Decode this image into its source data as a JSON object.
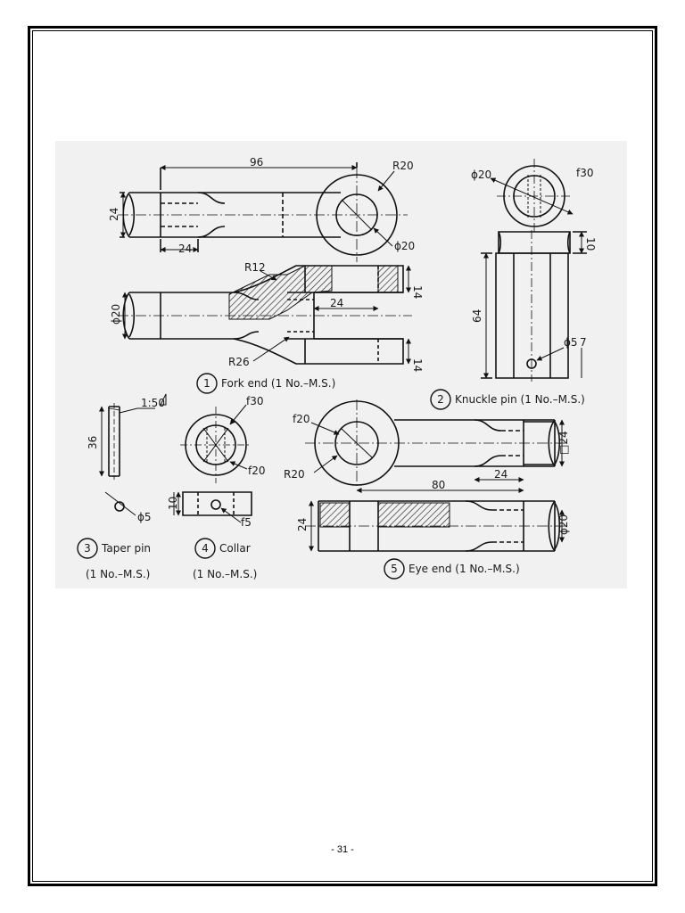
{
  "page": {
    "number": "- 31 -"
  },
  "drawing": {
    "dimensions": {
      "fork_len": "96",
      "fork_r20": "R20",
      "fork_h24": "24",
      "fork_slot24": "24",
      "fork_phi20_eye": "ϕ20",
      "fork_r12": "R12",
      "fork_phi20": "ϕ20",
      "fork_14a": "14",
      "fork_24b": "24",
      "fork_14b": "14",
      "fork_r26": "R26",
      "pin_phi20": "ϕ20",
      "pin_f30": "f30",
      "pin_10": "10",
      "pin_64": "64",
      "pin_phi5": "ϕ5",
      "pin_7": "7",
      "taper_ratio": "1:50",
      "taper_36": "36",
      "taper_phi5": "ϕ5",
      "collar_f30": "f30",
      "collar_f20": "f20",
      "collar_10": "10",
      "collar_f5": "f5",
      "eye_f20": "f20",
      "eye_r20": "R20",
      "eye_80": "80",
      "eye_24": "24",
      "eye_sq24": "□24",
      "eye_h24": "24",
      "eye_phi20": "ϕ20"
    },
    "parts": [
      {
        "num": "1",
        "label": "Fork end (1 No.–M.S.)"
      },
      {
        "num": "2",
        "label": "Knuckle pin (1 No.–M.S.)"
      },
      {
        "num": "3",
        "label": "Taper pin",
        "sub": "(1 No.–M.S.)"
      },
      {
        "num": "4",
        "label": "Collar",
        "sub": "(1 No.–M.S.)"
      },
      {
        "num": "5",
        "label": "Eye end (1 No.–M.S.)"
      }
    ]
  }
}
